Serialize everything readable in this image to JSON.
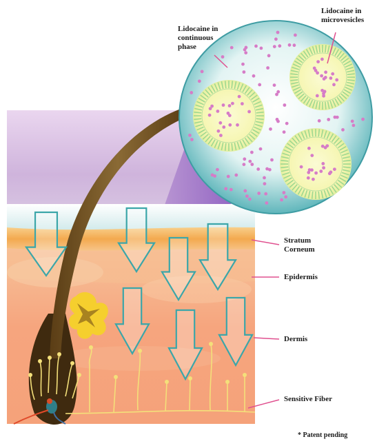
{
  "labels": {
    "continuous_phase": "Lidocaine in\ncontinuous\nphase",
    "microvesicles": "Lidocaine in\nmicrovesicles",
    "stratum_corneum": "Stratum\nCorneum",
    "epidermis": "Epidermis",
    "dermis": "Dermis",
    "sensitive_fiber": "Sensitive Fiber",
    "patent": "* Patent pending"
  },
  "colors": {
    "cream_base": "#ddc4e6",
    "stratum_corneum": "#f3b15c",
    "epidermis": "#f6b486",
    "dermis": "#f59c70",
    "arrow_outline": "#3ba6a9",
    "pointer_line": "#e0508f",
    "hair_shaft": "#6b4a1e",
    "nerve_fiber": "#f4e07a",
    "microvesicle_ring": "#9fd890",
    "drug_dot": "#d67cc7"
  }
}
